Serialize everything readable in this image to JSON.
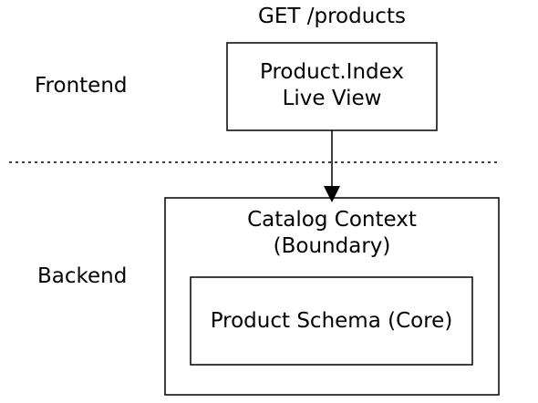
{
  "diagram": {
    "request_label": "GET  /products",
    "layers": {
      "frontend": "Frontend",
      "backend": "Backend"
    },
    "liveview": {
      "line1": "Product.Index",
      "line2": "Live View"
    },
    "context": {
      "line1": "Catalog Context",
      "line2": "(Boundary)"
    },
    "schema": {
      "label": "Product Schema (Core)"
    }
  }
}
